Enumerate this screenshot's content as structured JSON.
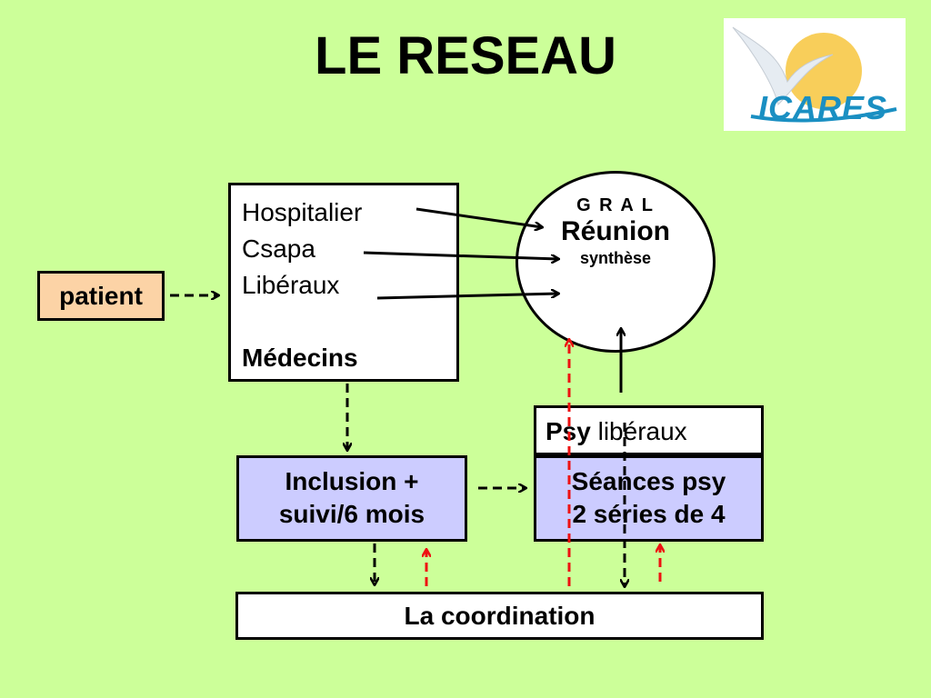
{
  "title": "LE RESEAU",
  "logo": {
    "text": "ICARES",
    "colors": {
      "sun": "#f7c948",
      "text": "#1a8fc2",
      "bird": "#e9eef3"
    }
  },
  "patient": "patient",
  "medecins": {
    "items": [
      "Hospitalier",
      "Csapa",
      "Libéraux"
    ],
    "label": "Médecins"
  },
  "gral": {
    "line1": "G R A L",
    "line2": "Réunion",
    "line3": "synthèse"
  },
  "psy": {
    "bold": "Psy",
    "rest": " libéraux"
  },
  "seances": {
    "line1": "Séances psy",
    "line2": "2 séries de 4"
  },
  "inclusion": {
    "line1": "Inclusion +",
    "line2": "suivi/6 mois"
  },
  "coordination": "La coordination",
  "colors": {
    "background": "#ccff99",
    "patient_fill": "#fcd3a6",
    "blue_fill": "#ccccff",
    "red_dash": "#ee1111",
    "black": "#000000"
  }
}
